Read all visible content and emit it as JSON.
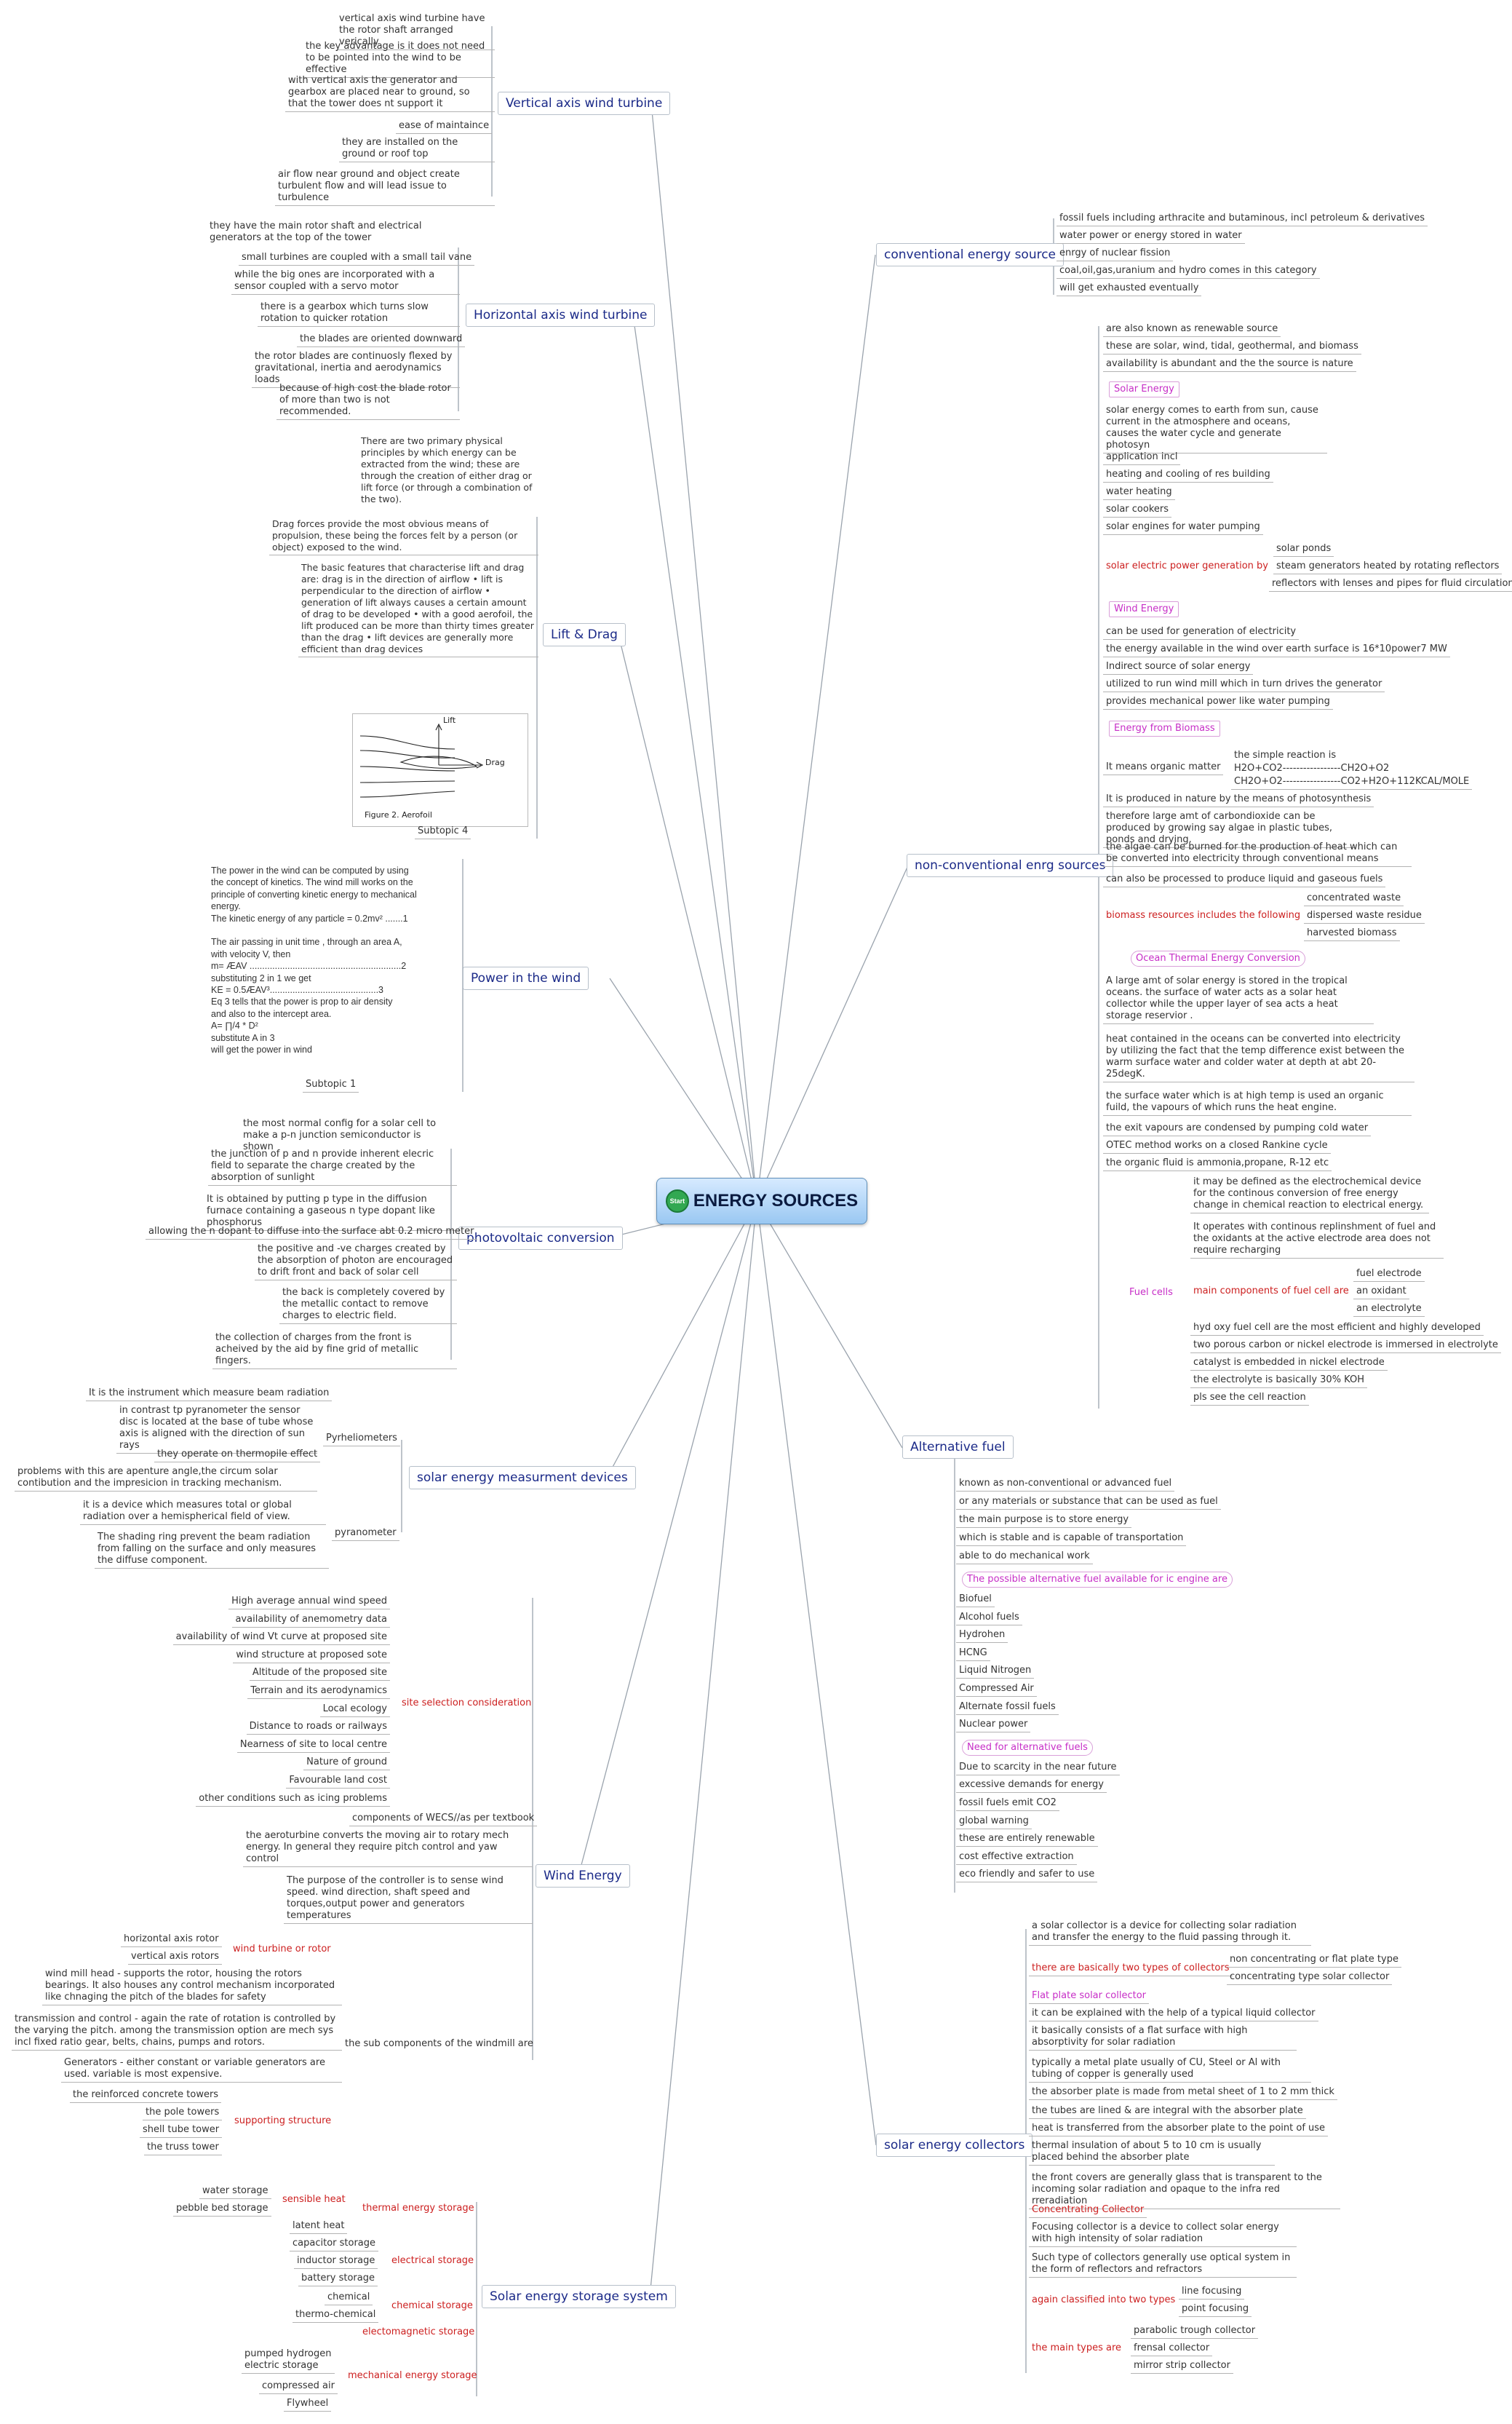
{
  "center": {
    "start": "Start",
    "title": "ENERGY SOURCES"
  },
  "left": {
    "vawt": {
      "title": "Vertical axis wind turbine",
      "items": [
        "vertical axis wind turbine have the rotor shaft arranged verically",
        "the key advantage is it does not need to be pointed into the wind to be effective",
        "with vertical axis the generator and gearbox are placed near to ground, so that the tower does nt support it",
        "ease of maintaince",
        "they are installed on the ground or roof top",
        "air flow near ground and object create turbulent flow and will lead issue to turbulence"
      ]
    },
    "hawt": {
      "title": "Horizontal axis wind turbine",
      "items": [
        "they have the main rotor shaft and electrical generators at the top of the tower",
        "small turbines are coupled with a small tail vane",
        "while the big ones are incorporated with a sensor coupled with a servo motor",
        "there is a gearbox which turns slow rotation to quicker rotation",
        "the blades are oriented downward",
        "the rotor blades are continuosly flexed by gravitational, inertia and aerodynamics loads",
        "because of high cost the blade rotor of more than two is not recommended."
      ]
    },
    "lift": {
      "title": "Lift & Drag",
      "intro": "There are two primary physical principles by which energy can be extracted from the wind; these are through the creation of either drag or lift force (or through a combination of the two).",
      "drag": "Drag forces provide the most obvious means of propulsion, these being the forces felt by a person (or object) exposed to the wind.",
      "features": "The basic features that characterise lift and drag are: drag is in the direction of airflow • lift is perpendicular to the direction of airflow • generation of lift always causes a certain amount of drag to be developed • with a good aerofoil, the lift produced can be more than thirty times greater than the drag • lift devices are generally more efficient than drag devices",
      "fig_lift": "Lift",
      "fig_drag": "Drag",
      "fig_caption": "Figure 2. Aerofoil",
      "subtopic": "Subtopic 4"
    },
    "power": {
      "title": "Power in the wind",
      "lines": [
        "The power in the wind can be computed by using",
        "the concept of kinetics. The wind mill works on the",
        "principle of converting kinetic energy to mechanical",
        "energy.",
        "The kinetic energy of any particle = 0.2mv²  .......1",
        "",
        "The air passing in unit time , through an area A,",
        "with velocity V, then",
        "m= ÆAV ............................................................2",
        "substituting 2 in 1 we get",
        "KE = 0.5ÆAV³...........................................3",
        "Eq 3 tells that the power is prop to air density",
        "and also to the intercept area.",
        "A= ∏/4 * D²",
        "substitute A in 3",
        "will get the power in wind"
      ],
      "subtopic": "Subtopic 1"
    },
    "pv": {
      "title": "photovoltaic conversion",
      "items": [
        "the most normal config for a solar cell to make a p-n junction semiconductor is shown",
        "the junction of p and n provide inherent elecric field to separate the charge created by the absorption of sunlight",
        "It is obtained by putting p type in the diffusion furnace containing a gaseous n type dopant like phosphorus",
        "allowing the n dopant to diffuse into the surface abt 0.2 micro meter",
        "the positive and -ve charges created by the absorption of photon are encouraged to drift front and back of solar cell",
        "the back is completely covered by the metallic contact to remove charges to electric field.",
        "the collection of charges from the front is acheived by the aid by fine grid of metallic fingers."
      ]
    },
    "measure": {
      "title": "solar energy measurment devices",
      "pyrh": {
        "label": "Pyrheliometers",
        "items": [
          "It is the instrument which measure beam radiation",
          "in contrast tp pyranometer the sensor disc is located at the base of tube whose axis is aligned with the direction of sun rays",
          "they operate on thermopile effect",
          "problems with this are apenture angle,the circum solar contibution and the impresicion in tracking mechanism."
        ]
      },
      "pyra": {
        "label": "pyranometer",
        "items": [
          "it is a device which measures total or global radiation over a hemispherical field of view.",
          "The shading ring prevent the beam radiation from falling on the surface and only measures the diffuse component."
        ]
      }
    },
    "wind": {
      "title": "Wind Energy",
      "site": {
        "label": "site selection consideration",
        "items": [
          "High average annual wind speed",
          "availability of anemometry data",
          "availability of wind Vt curve at proposed site",
          "wind structure at proposed sote",
          "Altitude of the proposed site",
          "Terrain and its aerodynamics",
          "Local ecology",
          "Distance to roads or railways",
          "Nearness of site to local centre",
          "Nature of ground",
          "Favourable land cost",
          "other conditions such as icing problems"
        ]
      },
      "components": "components of WECS//as per textbook",
      "aero": "the aeroturbine converts the moving air to rotary mech energy. In general they require pitch control and yaw control",
      "controller": "The purpose of the controller is to sense wind speed. wind direction, shaft speed and torques,output power and generators temperatures",
      "rotor": {
        "label": "wind turbine or rotor",
        "items": [
          "horizontal axis rotor",
          "vertical axis rotors"
        ]
      },
      "subcomp": {
        "label": "the sub components of the windmill are",
        "items": [
          "wind mill head - supports the rotor, housing the rotors bearings. It also houses any control mechanism incorporated like chnaging the pitch of the blades for safety",
          "transmission and control - again the rate of rotation is controlled by the varying the pitch. among the transmission option are mech sys incl fixed ratio gear, belts, chains, pumps and rotors.",
          "Generators - either constant or variable generators are used. variable is most expensive."
        ]
      },
      "support": {
        "label": "supporting structure",
        "items": [
          "the reinforced concrete towers",
          "the pole towers",
          "shell tube tower",
          "the truss tower"
        ]
      }
    },
    "storage": {
      "title": "Solar energy storage system",
      "thermal": {
        "label": "thermal energy storage",
        "sensible": "sensible heat",
        "sensible_items": [
          "water storage",
          "pebble bed storage"
        ],
        "latent": "latent heat"
      },
      "electrical": {
        "label": "electrical storage",
        "items": [
          "capacitor storage",
          "inductor storage",
          "battery storage"
        ]
      },
      "chemical": {
        "label": "chemical storage",
        "items": [
          "chemical",
          "thermo-chemical"
        ]
      },
      "em": "electomagnetic storage",
      "mech": {
        "label": "mechanical energy storage",
        "items": [
          "pumped hydrogen electric storage",
          "compressed air",
          "Flywheel"
        ]
      }
    }
  },
  "right": {
    "conv": {
      "title": "conventional energy source",
      "items": [
        "fossil fuels including arthracite and butaminous, incl petroleum & derivatives",
        "water power or energy stored in water",
        "enrgy of nuclear fission",
        "coal,oil,gas,uranium and hydro comes in this category",
        "will get exhausted eventually"
      ]
    },
    "nonconv": {
      "title": "non-conventional enrg sources",
      "top": [
        "are also known as renewable source",
        "these are solar, wind, tidal, geothermal, and biomass",
        "availability is abundant and the the source is nature"
      ],
      "solar_tag": "Solar Energy",
      "solar": [
        "solar energy comes to earth from sun, cause current in the atmosphere and oceans, causes the water cycle and generate photosyn",
        "application incl",
        "heating and cooling of res building",
        "water heating",
        "solar cookers",
        "solar engines for water pumping"
      ],
      "spower": {
        "label": "solar electric power generation by",
        "items": [
          "solar ponds",
          "steam generators heated by rotating reflectors",
          "reflectors with lenses and pipes for fluid circulation"
        ]
      },
      "wind_tag": "Wind Energy",
      "wind": [
        "can be used for generation of electricity",
        "the energy available in the wind over earth surface is 16*10power7 MW",
        "Indirect source of solar energy",
        "utilized to run wind mill which in turn drives the generator",
        "provides mechanical power like water pumping"
      ],
      "bio_tag": "Energy from Biomass",
      "organic": {
        "label": "It means organic matter",
        "line1": "the simple reaction is",
        "line2": "H2O+CO2-----------------CH2O+O2",
        "line3": "CH2O+O2-----------------CO2+H2O+112KCAL/MOLE"
      },
      "bio": [
        "It is produced in nature by the means of photosynthesis",
        "therefore large amt of carbondioxide can be produced by growing say algae in plastic tubes, ponds and drying.",
        "the algae can be burned for the production of heat which can be converted into electricity through conventional means",
        "can also be processed to produce liquid and gaseous fuels"
      ],
      "biores": {
        "label": "biomass resources includes the following",
        "items": [
          "concentrated waste",
          "dispersed waste residue",
          "harvested biomass"
        ]
      },
      "otec_tag": "Ocean Thermal Energy Conversion",
      "otec": [
        "A large amt of solar energy is stored in the tropical oceans. the surface of water acts as a solar heat collector while the upper layer of sea acts a heat storage reservior .",
        "heat contained in the oceans can be converted into electricity by utilizing the fact that the temp difference exist between the warm surface water and colder water at depth at abt 20- 25degK.",
        "the surface water which is at high temp is used an organic fuild, the vapours of which runs the heat engine.",
        "the exit vapours are condensed by pumping cold water",
        "OTEC method works on a closed Rankine cycle",
        "the organic fluid is ammonia,propane, R-12 etc"
      ],
      "fuel": {
        "label": "Fuel cells",
        "def": "it may be defined as the electrochemical device for the continous conversion of free energy change in chemical reaction to electrical energy.",
        "op": "It operates with continous replinshment of fuel and the oxidants at the active electrode area does not require recharging",
        "main": "main components of fuel cell are",
        "main_items": [
          "fuel electrode",
          "an oxidant",
          "an electrolyte"
        ],
        "rest": [
          "hyd oxy fuel cell are the most efficient and highly developed",
          "two porous carbon or nickel electrode is immersed in electrolyte",
          "catalyst is embedded in nickel electrode",
          "the electrolyte is basically 30% KOH",
          "pls see the cell reaction"
        ]
      }
    },
    "alt": {
      "title": "Alternative fuel",
      "items": [
        "known as non-conventional or advanced fuel",
        "or any materials or substance that can be used as fuel",
        "the main purpose is to store energy",
        "which is stable and is capable of transportation",
        "able to do mechanical work"
      ],
      "avail_tag": "The possible alternative fuel available for ic engine are",
      "fuels": [
        "Biofuel",
        "Alcohol fuels",
        "Hydrohen",
        "HCNG",
        "Liquid Nitrogen",
        "Compressed Air",
        "Alternate fossil fuels",
        "Nuclear power"
      ],
      "need_tag": "Need for alternative fuels",
      "need": [
        "Due to scarcity in the near future",
        "excessive demands for energy",
        "fossil fuels emit CO2",
        "global warning",
        "these are entirely renewable",
        "cost effective extraction",
        "eco friendly and safer to use"
      ]
    },
    "coll": {
      "title": "solar energy collectors",
      "def": "a solar collector is a device for collecting solar radiation and transfer the energy to the fluid passing through it.",
      "types": {
        "label": "there are basically two types of collectors",
        "items": [
          "non concentrating or flat plate type",
          "concentrating type solar collector"
        ]
      },
      "flat": "Flat plate solar collector",
      "flat_items": [
        "it can be explained with the help of a typical liquid collector",
        "it basically consists of a flat surface with high absorptivity for solar radiation",
        "typically a metal plate usually of CU, Steel or Al with tubing of copper is generally used",
        "the absorber plate is made from metal sheet of 1 to 2 mm thick",
        "the tubes are lined & are integral with the absorber plate",
        "heat is transferred from the absorber plate to the point of use",
        "thermal insulation of about 5 to 10 cm is usually placed behind the absorber plate",
        "the front covers are generally glass that is transparent to the incoming solar radiation and opaque to the infra red rreradiation"
      ],
      "conc": "Concentrating Collector",
      "conc_items": [
        "Focusing collector is a device to collect solar energy with high intensity of solar radiation",
        "Such type of collectors generally use optical system in the form of reflectors and refractors"
      ],
      "again": {
        "label": "again classified into two types",
        "items": [
          "line focusing",
          "point focusing"
        ]
      },
      "main": {
        "label": "the main types are",
        "items": [
          "parabolic trough collector",
          "frensal collector",
          "mirror strip collector"
        ]
      }
    }
  }
}
